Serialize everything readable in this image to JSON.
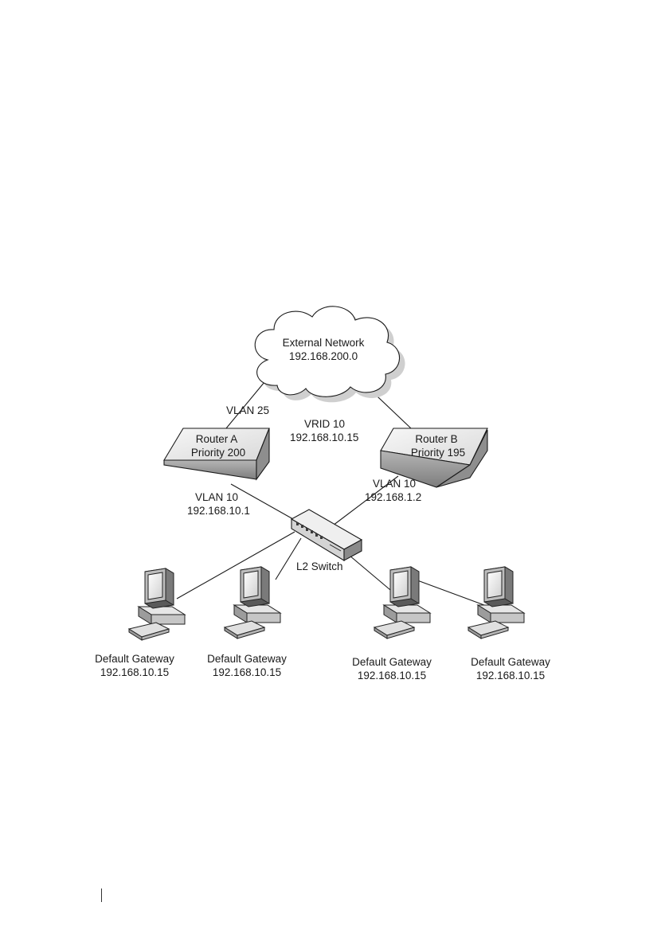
{
  "network": {
    "line1": "External Network",
    "line2": "192.168.200.0"
  },
  "labels": {
    "vlan25": "VLAN 25",
    "vrid_line1": "VRID 10",
    "vrid_line2": "192.168.10.15",
    "routerA_vlan": "VLAN 10",
    "routerA_ip": "192.168.10.1",
    "routerB_vlan": "VLAN 10",
    "routerB_ip": "192.168.1.2",
    "switch": "L2 Switch"
  },
  "routerA": {
    "line1": "Router A",
    "line2": "Priority 200"
  },
  "routerB": {
    "line1": "Router B",
    "line2": "Priority 195"
  },
  "hosts": [
    {
      "line1": "Default Gateway",
      "line2": "192.168.10.15"
    },
    {
      "line1": "Default Gateway",
      "line2": "192.168.10.15"
    },
    {
      "line1": "Default Gateway",
      "line2": "192.168.10.15"
    },
    {
      "line1": "Default Gateway",
      "line2": "192.168.10.15"
    }
  ],
  "colors": {
    "line": "#1a1a1a",
    "device_top": "#ededed",
    "device_side": "#9a9a9a",
    "cloud_shadow": "#cfcfcf"
  }
}
